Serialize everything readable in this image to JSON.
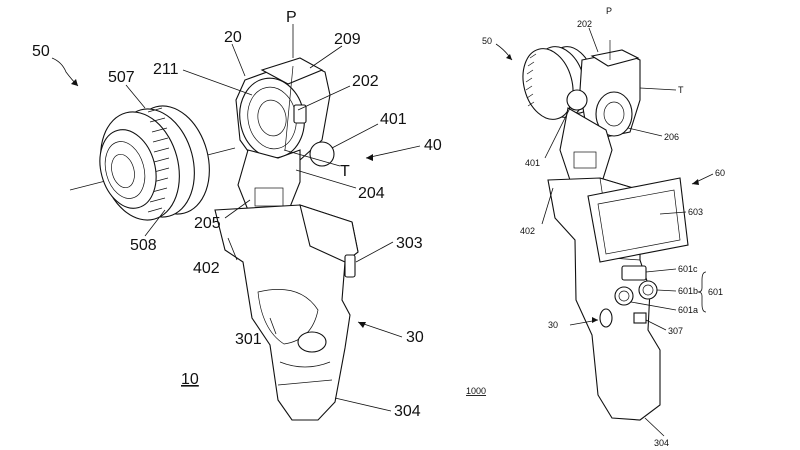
{
  "figure_left": {
    "labels": {
      "l50": "50",
      "l507": "507",
      "l20": "20",
      "lP": "P",
      "l209": "209",
      "l211": "211",
      "l202": "202",
      "l401": "401",
      "lT": "T",
      "l40": "40",
      "l204": "204",
      "l205": "205",
      "l508": "508",
      "l402": "402",
      "l303": "303",
      "l301": "301",
      "l30": "30",
      "l10": "10",
      "l304": "304"
    }
  },
  "figure_right": {
    "labels": {
      "r50": "50",
      "rP": "P",
      "r202": "202",
      "rT": "T",
      "r206": "206",
      "r401": "401",
      "r60": "60",
      "r603": "603",
      "r402": "402",
      "r601c": "601c",
      "r601b": "601b",
      "r601": "601",
      "r601a": "601a",
      "r30": "30",
      "r307": "307",
      "r304": "304",
      "r1000": "1000"
    }
  }
}
